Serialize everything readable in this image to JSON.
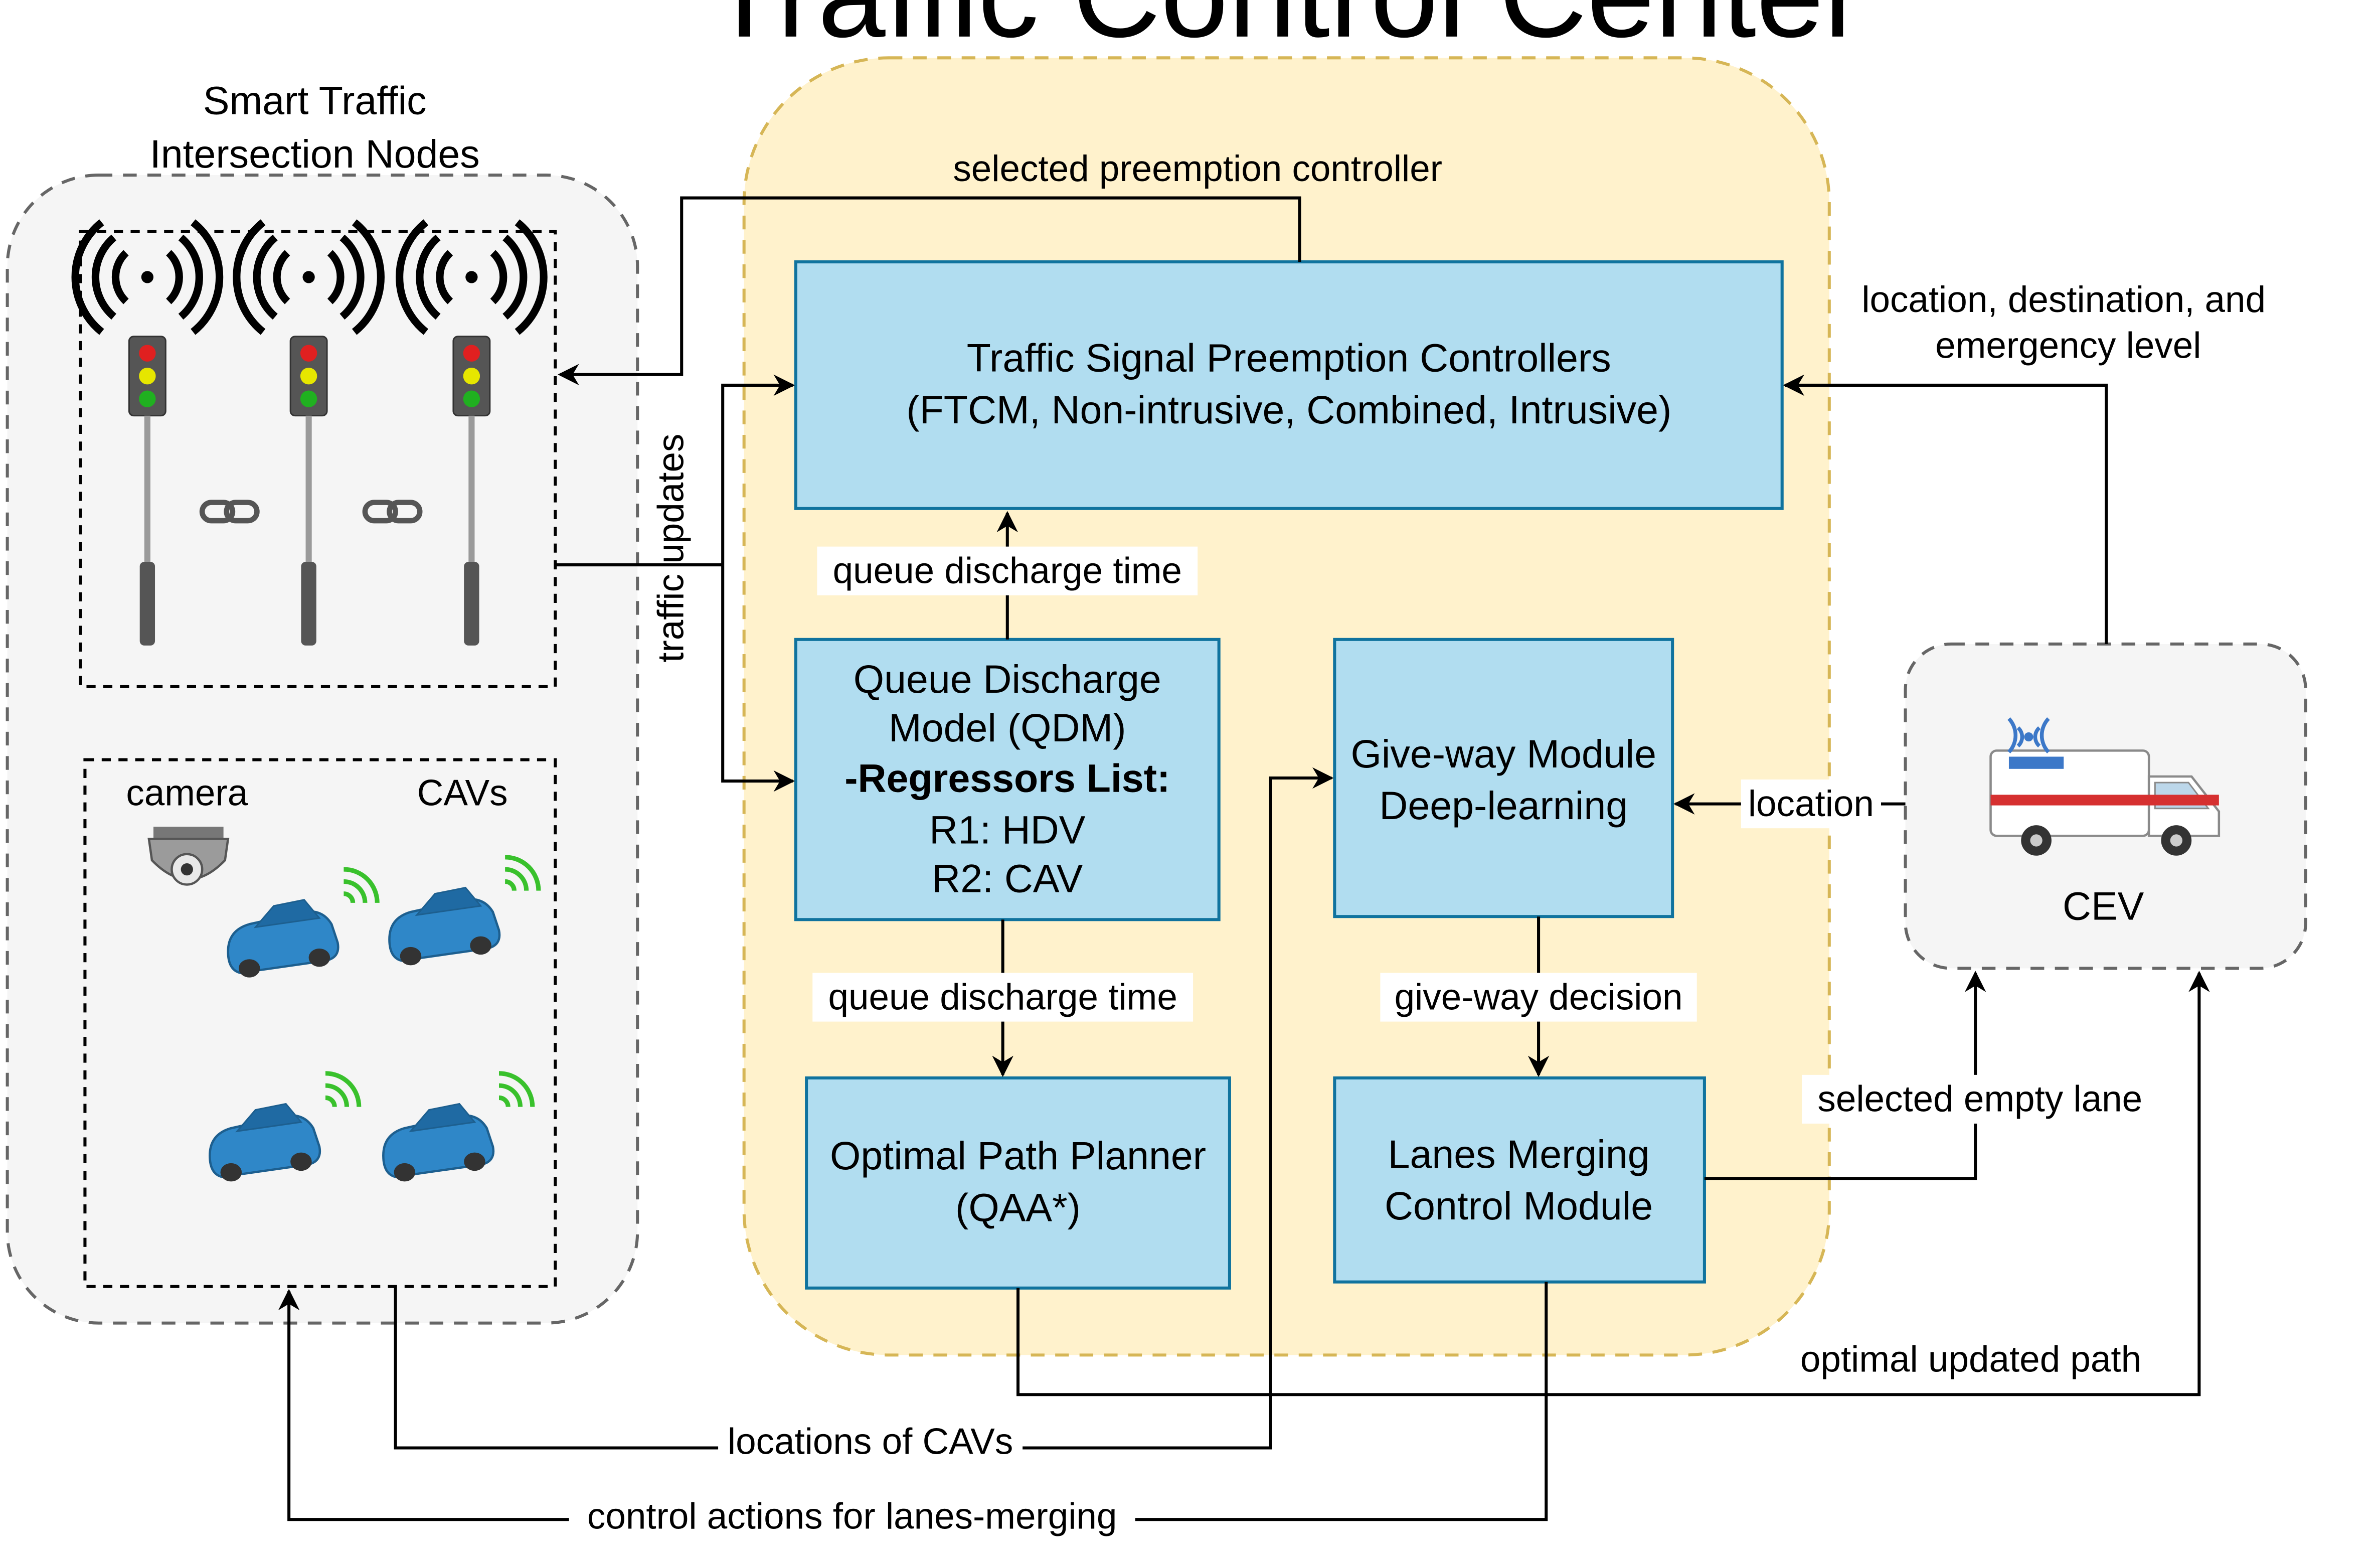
{
  "colors": {
    "control_center_fill": "#fff2cc",
    "control_center_border": "#d6b656",
    "module_fill": "#b1ddf0",
    "module_border": "#10739e",
    "node_group_fill": "#f5f5f5",
    "node_group_border": "#666666",
    "line": "#000000",
    "signal_red": "#e02020",
    "signal_yellow": "#e6e600",
    "signal_green": "#20b020",
    "car_blue": "#2f87c8",
    "wifi_green": "#39c12c",
    "ambulance_red": "#d63030"
  },
  "groups": {
    "control_center_title": "Traffic Control Center",
    "nodes_title": [
      "Smart Traffic",
      "Intersection Nodes"
    ],
    "camera_label": "camera",
    "cavs_label": "CAVs",
    "cev_label": "CEV"
  },
  "modules": {
    "preemption": [
      "Traffic Signal Preemption Controllers",
      "(FTCM, Non-intrusive, Combined, Intrusive)"
    ],
    "qdm": [
      "Queue Discharge",
      "Model (QDM)",
      "-Regressors List:",
      "R1: HDV",
      "R2: CAV"
    ],
    "giveway": [
      "Give-way Module",
      "Deep-learning"
    ],
    "planner": [
      "Optimal Path Planner",
      "(QAA*)"
    ],
    "merging": [
      "Lanes Merging",
      "Control Module"
    ]
  },
  "edge_labels": {
    "selected_preemption": "selected preemption controller",
    "traffic_updates": "traffic updates",
    "location_destination": [
      "location, destination, and",
      "emergency level"
    ],
    "queue_discharge_up": "queue discharge time",
    "queue_discharge_down": "queue discharge time",
    "location": "location",
    "giveway_decision": "give-way decision",
    "selected_empty_lane": "selected empty lane",
    "optimal_updated_path": "optimal updated path",
    "locations_of_cavs": "locations of CAVs",
    "control_actions": "control actions for lanes-merging"
  },
  "icons": {
    "signal": "wireless-traffic-light-icon",
    "link": "chain-link-icon",
    "camera": "dome-camera-icon",
    "car": "connected-car-icon",
    "ambulance": "ambulance-icon"
  }
}
